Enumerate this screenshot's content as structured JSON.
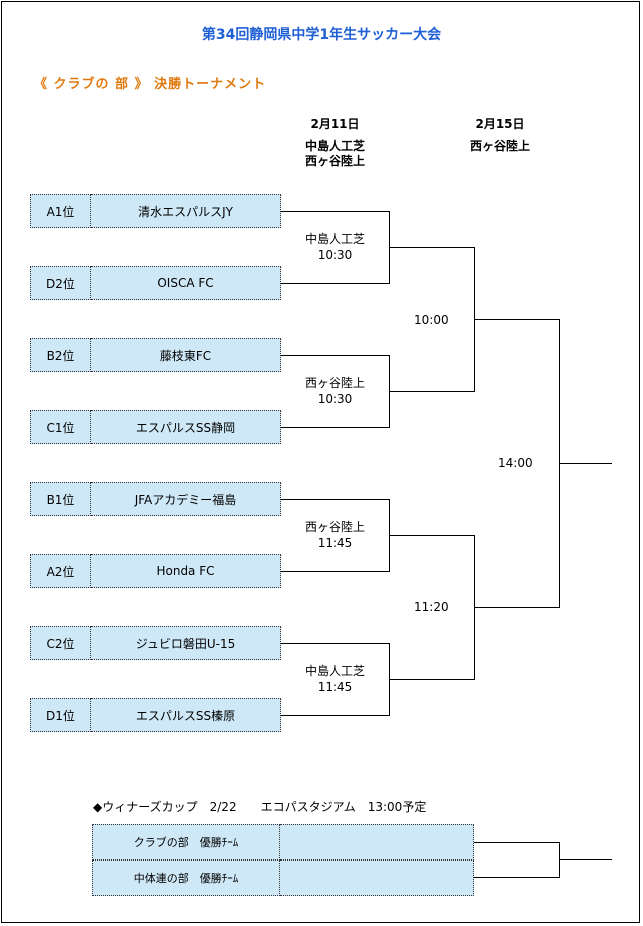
{
  "title": "第34回静岡県中学1年生サッカー大会",
  "subtitle": "《 クラブの 部 》 決勝トーナメント",
  "headers": {
    "round1_date": "2月11日",
    "round1_venue_a": "中島人工芝",
    "round1_venue_b": "西ヶ谷陸上",
    "round2_date": "2月15日",
    "round2_venue": "西ヶ谷陸上"
  },
  "teams": [
    {
      "seed": "A1位",
      "name": "清水エスパルスJY"
    },
    {
      "seed": "D2位",
      "name": "OISCA  FC"
    },
    {
      "seed": "B2位",
      "name": "藤枝東FC"
    },
    {
      "seed": "C1位",
      "name": "エスパルスSS静岡"
    },
    {
      "seed": "B1位",
      "name": "JFAアカデミー福島"
    },
    {
      "seed": "A2位",
      "name": "Honda  FC"
    },
    {
      "seed": "C2位",
      "name": "ジュビロ磐田U-15"
    },
    {
      "seed": "D1位",
      "name": "エスパルスSS榛原"
    }
  ],
  "round1_matches": [
    {
      "venue": "中島人工芝",
      "time": "10:30"
    },
    {
      "venue": "西ヶ谷陸上",
      "time": "10:30"
    },
    {
      "venue": "西ヶ谷陸上",
      "time": "11:45"
    },
    {
      "venue": "中島人工芝",
      "time": "11:45"
    }
  ],
  "semifinal_times": [
    "10:00",
    "11:20"
  ],
  "final_time": "14:00",
  "winners_cup": {
    "note": "◆ウィナーズカップ　2/22　　エコパスタジアム　13:00予定",
    "rows": [
      "クラブの部　優勝ﾁｰﾑ",
      "中体連の部　優勝ﾁｰﾑ"
    ]
  }
}
